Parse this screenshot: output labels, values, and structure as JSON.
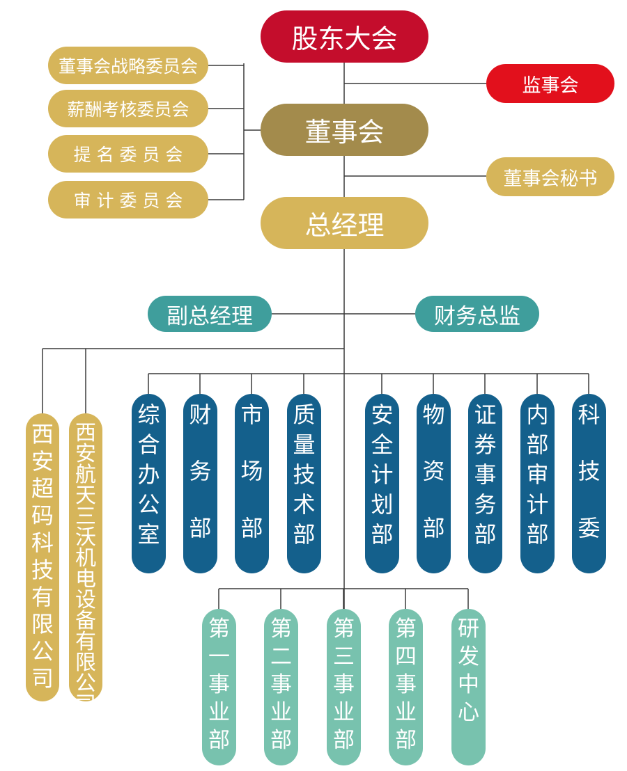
{
  "colors": {
    "line": "#3a3a3a",
    "gold": "#d6b55a",
    "board": "#a38b4c",
    "shareholders": "#c40d2c",
    "supervisors": "#e2101c",
    "deputy": "#3f9e9c",
    "department": "#14608c",
    "division": "#78c2ae"
  },
  "top": {
    "shareholders_meeting": "股东大会",
    "supervisory_board": "监事会",
    "board_of_directors": "董事会",
    "board_secretary": "董事会秘书",
    "general_manager": "总经理",
    "deputy_gm": "副总经理",
    "cfo": "财务总监"
  },
  "committees": [
    "董事会战略委员会",
    "薪酬考核委员会",
    "提 名 委 员 会",
    "审 计 委 员 会"
  ],
  "subsidiaries": [
    "西安超码科技有限公司",
    "西安航天三沃机电设备有限公司"
  ],
  "departments": [
    "综合办公室",
    "财务部",
    "市场部",
    "质量技术部",
    "安全计划部",
    "物资部",
    "证券事务部",
    "内部审计部",
    "科技委"
  ],
  "divisions": [
    "第一事业部",
    "第二事业部",
    "第三事业部",
    "第四事业部",
    "研发中心"
  ]
}
